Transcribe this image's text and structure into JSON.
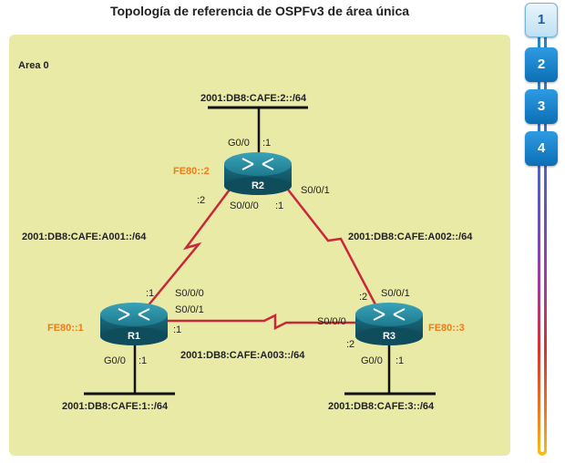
{
  "title": "Topología de referencia de OSPFv3 de área única",
  "area_label": "Area 0",
  "networks": {
    "r2_lan": "2001:DB8:CAFE:2::/64",
    "r1_lan": "2001:DB8:CAFE:1::/64",
    "r3_lan": "2001:DB8:CAFE:3::/64",
    "r1_r2": "2001:DB8:CAFE:A001::/64",
    "r2_r3": "2001:DB8:CAFE:A002::/64",
    "r1_r3": "2001:DB8:CAFE:A003::/64"
  },
  "routers": {
    "r1": {
      "name": "R1",
      "link_local": "FE80::1"
    },
    "r2": {
      "name": "R2",
      "link_local": "FE80::2"
    },
    "r3": {
      "name": "R3",
      "link_local": "FE80::3"
    }
  },
  "interfaces": {
    "r2_g00": "G0/0",
    "r2_g00_host": ":1",
    "r2_s000": "S0/0/0",
    "r2_s000_host": ":1",
    "r2_s001": "S0/0/1",
    "r2_r1_host": ":2",
    "r1_s000": "S0/0/0",
    "r1_s000_host": ":1",
    "r1_s001": "S0/0/1",
    "r1_s001_host": ":1",
    "r1_g00": "G0/0",
    "r1_g00_host": ":1",
    "r3_s001": "S0/0/1",
    "r3_s001_host": ":2",
    "r3_s000": "S0/0/0",
    "r3_s000_host": ":2",
    "r3_g00": "G0/0",
    "r3_g00_host": ":1"
  },
  "nav": [
    "1",
    "2",
    "3",
    "4"
  ],
  "colors": {
    "panel": "#e8eaa6",
    "serial_link": "#c8283a",
    "link_local": "#ee7d1b",
    "router": "#1f7f96",
    "nav_button": "#1a85cf"
  }
}
